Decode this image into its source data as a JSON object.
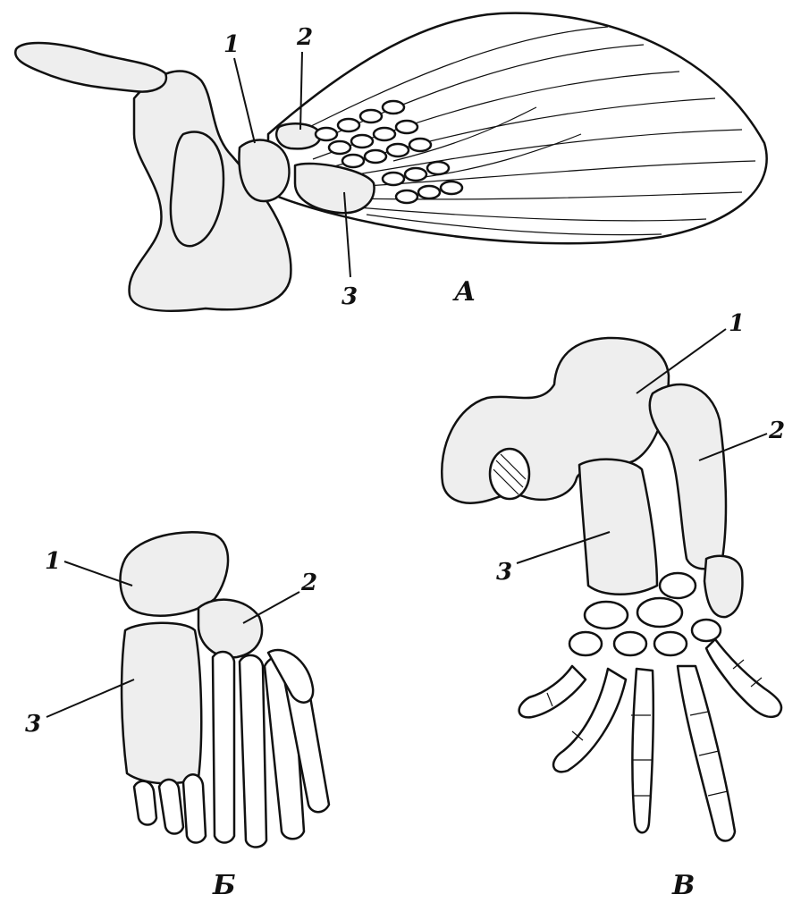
{
  "figure": {
    "panels": [
      {
        "id": "A",
        "label": "А"
      },
      {
        "id": "B",
        "label": "Б"
      },
      {
        "id": "C",
        "label": "В"
      }
    ],
    "callouts": {
      "A": [
        "1",
        "2",
        "3"
      ],
      "B": [
        "1",
        "2",
        "3"
      ],
      "C": [
        "1",
        "2",
        "3"
      ]
    }
  }
}
